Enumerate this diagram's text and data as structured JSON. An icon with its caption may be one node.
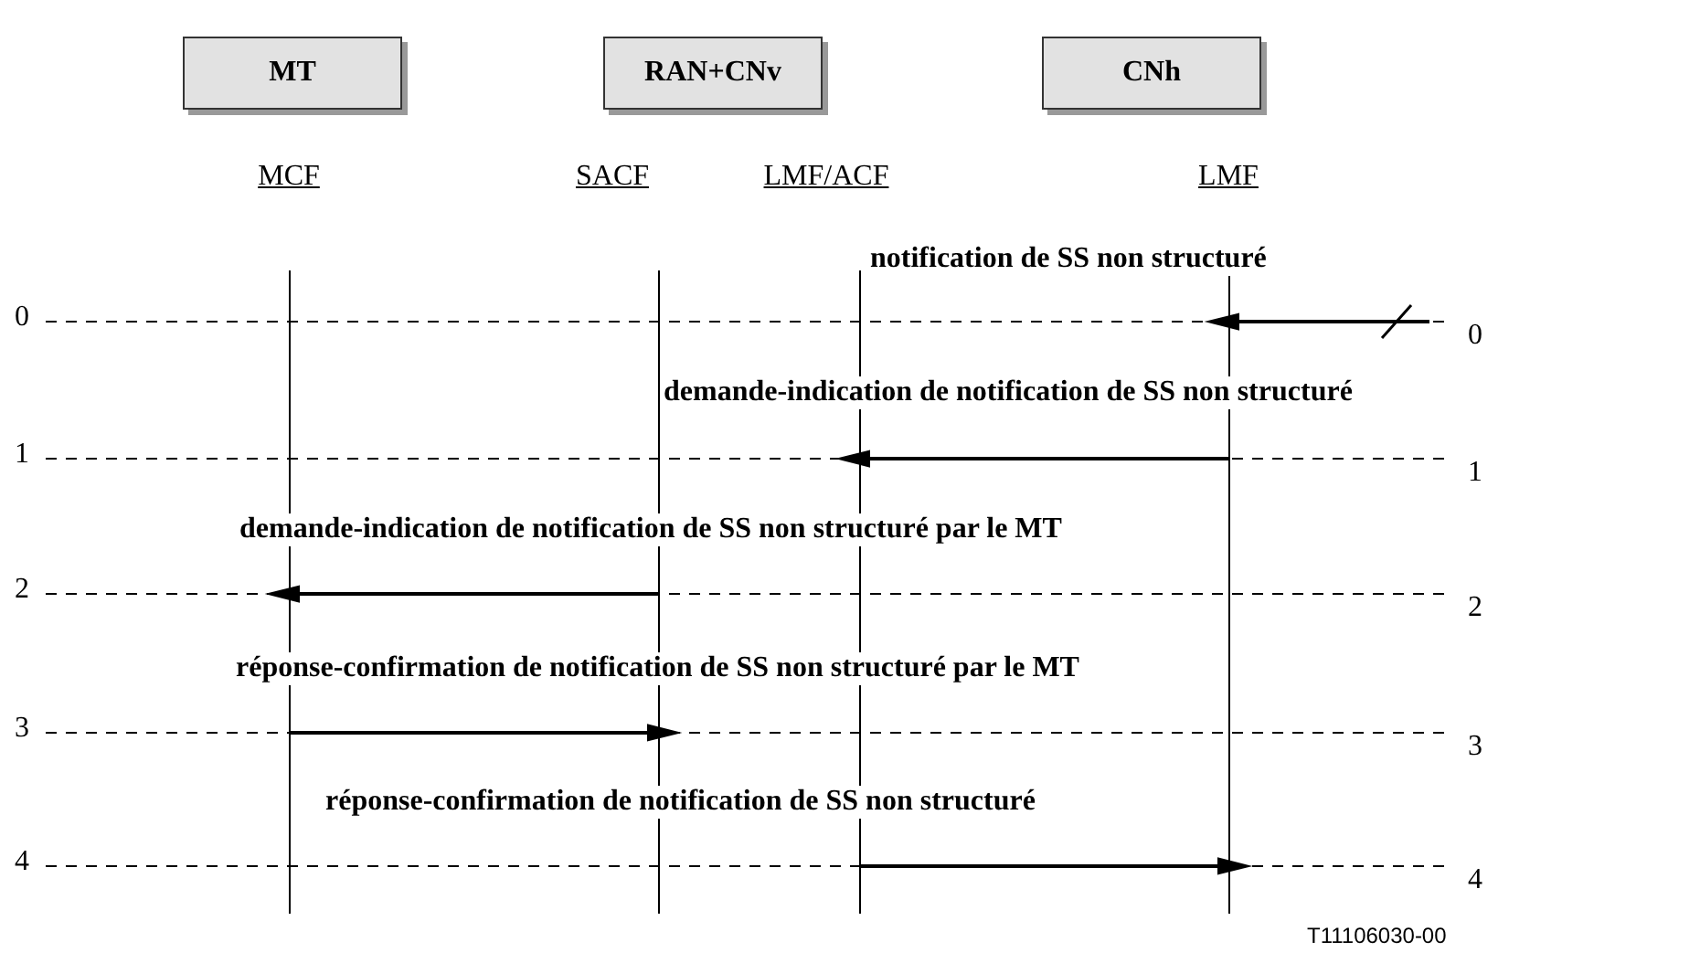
{
  "diagram": {
    "nodes": [
      {
        "text": [
          "MT"
        ]
      },
      {
        "text": [
          "RAN+CNv"
        ]
      },
      {
        "text": [
          "CNh"
        ]
      },
      {
        "text": [
          "MCF"
        ]
      },
      {
        "text": [
          "SACF"
        ]
      },
      {
        "text": [
          "LMF/ACF"
        ]
      },
      {
        "text": [
          "LMF"
        ]
      }
    ],
    "edges": [
      {
        "from": null,
        "to": 6,
        "arrow": "to",
        "label": "notification de SS non structuré"
      },
      {
        "from": 6,
        "to": 5,
        "arrow": "to",
        "label": "demande-indication de notification de SS non structuré"
      },
      {
        "from": 4,
        "to": 3,
        "arrow": "to",
        "label": "demande-indication de notification de SS non structuré par le MT"
      },
      {
        "from": 3,
        "to": 4,
        "arrow": "to",
        "label": "réponse-confirmation de notification de SS non structuré par le MT"
      },
      {
        "from": 5,
        "to": 6,
        "arrow": "to",
        "label": "réponse-confirmation de notification de SS non structuré"
      }
    ],
    "labels": [
      "0",
      "0",
      "1",
      "1",
      "2",
      "2",
      "3",
      "3",
      "4",
      "4",
      "T11106030-00"
    ]
  }
}
